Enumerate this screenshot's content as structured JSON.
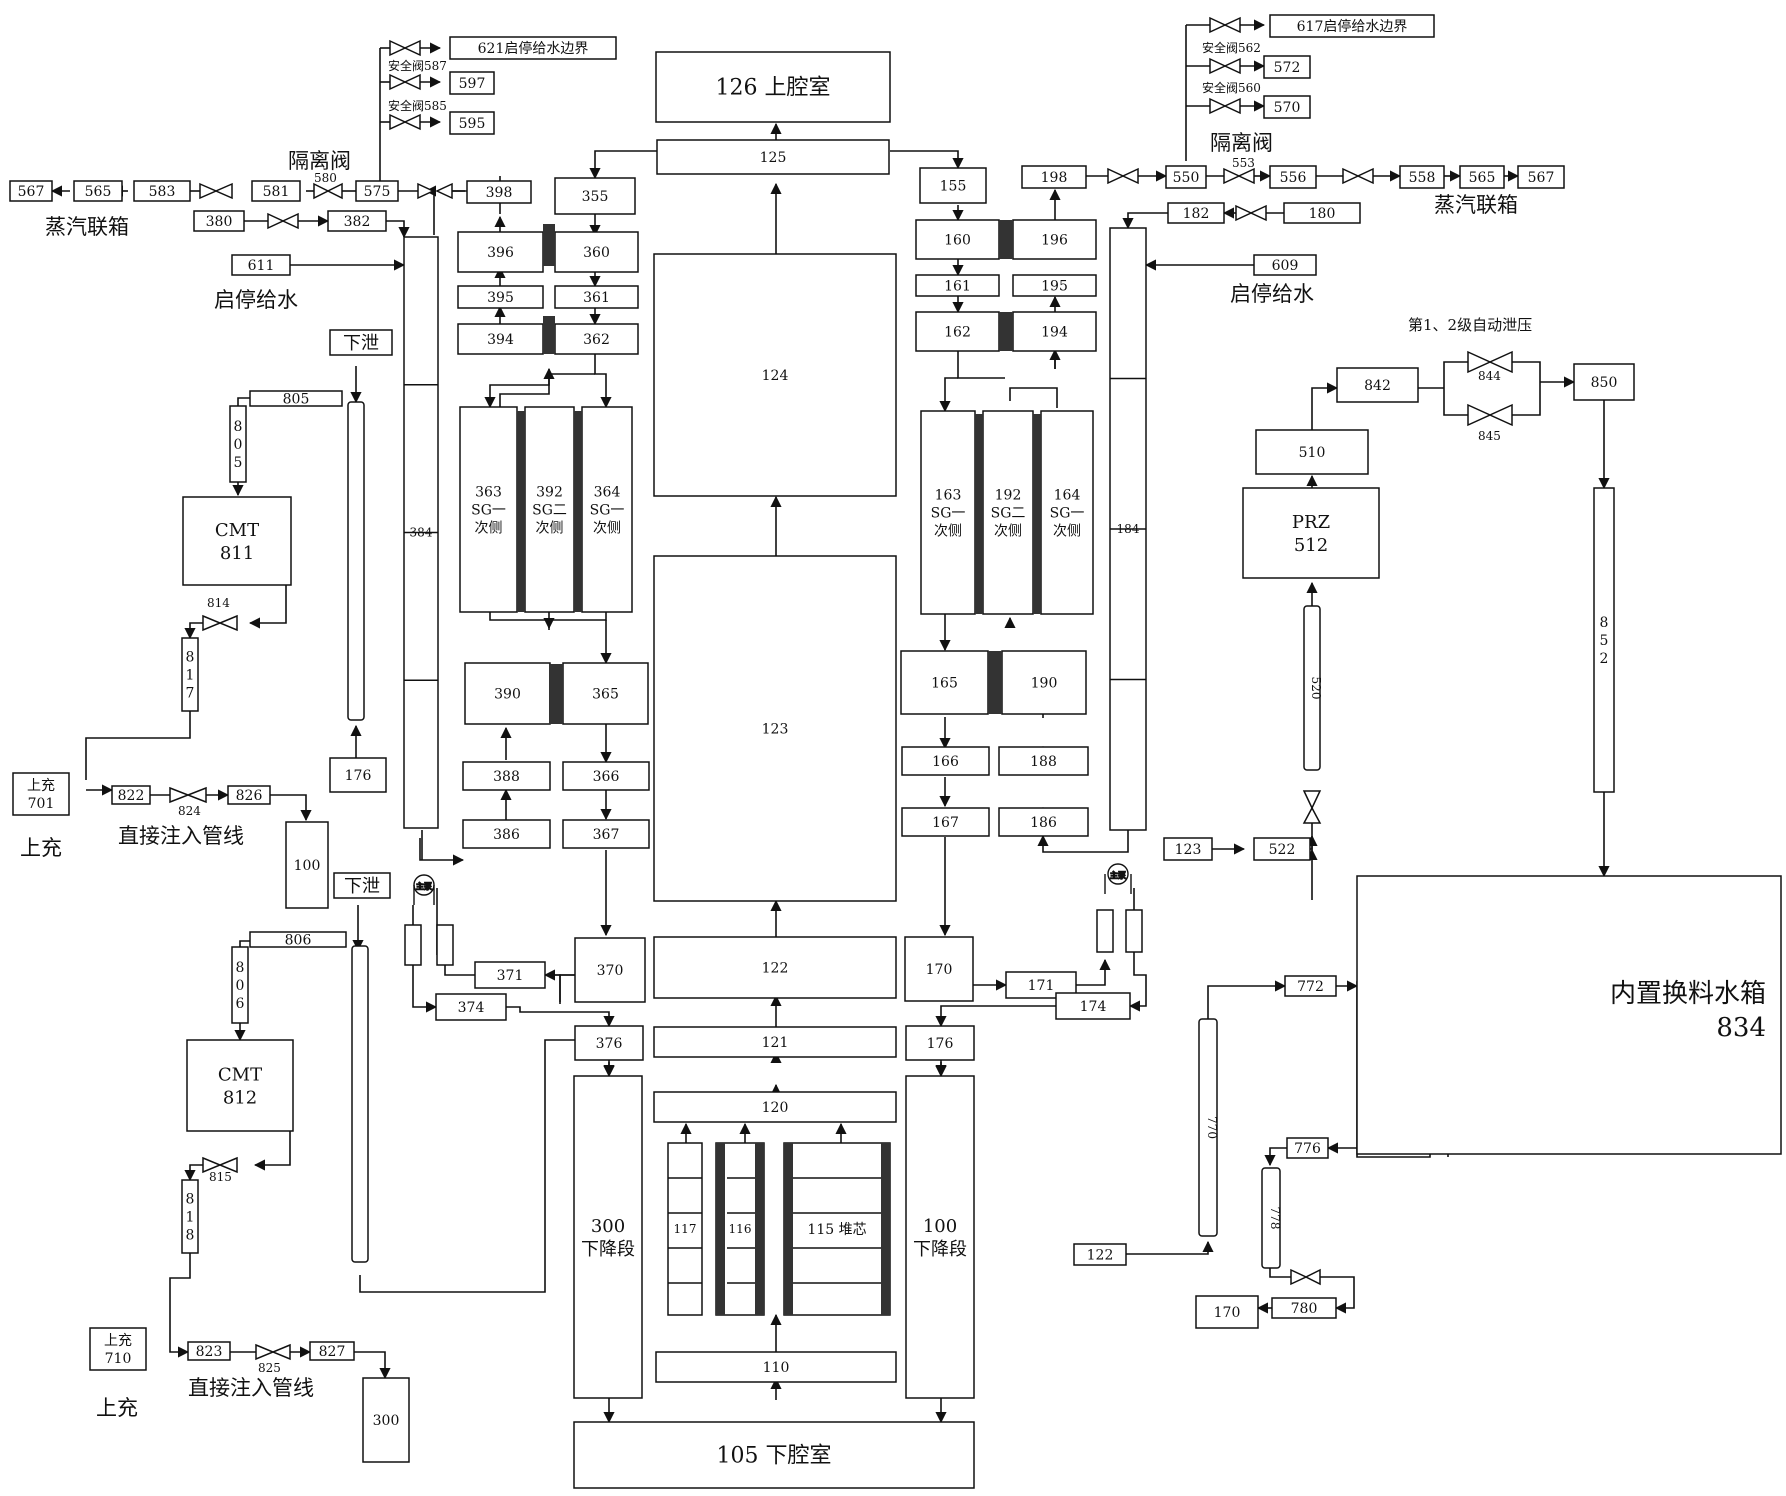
{
  "nodes": {
    "n126": "126 上腔室",
    "n125": "125",
    "n124": "124",
    "n123": "123",
    "n122": "122",
    "n121": "121",
    "n120": "120",
    "n110": "110",
    "n105": "105 下腔室",
    "n117": "117",
    "n116": "116",
    "n115": "115 堆芯",
    "n300": [
      "300",
      "下降段"
    ],
    "n100": [
      "100",
      "下降段"
    ],
    "n376": "376",
    "n176": "176",
    "n370": "370",
    "n170": "170",
    "n371": "371",
    "n374": "374",
    "n171": "171",
    "n174": "174",
    "n367": "367",
    "n366": "366",
    "n365": "365",
    "n390": "390",
    "n388": "388",
    "n386": "386",
    "n363": [
      "363",
      "SG一",
      "次侧"
    ],
    "n392": [
      "392",
      "SG二",
      "次侧"
    ],
    "n364": [
      "364",
      "SG一",
      "次侧"
    ],
    "n394": "394",
    "n362": "362",
    "n395": "395",
    "n361": "361",
    "n396": "396",
    "n360": "360",
    "n355": "355",
    "n398": "398",
    "n384": "384",
    "n155": "155",
    "n160": "160",
    "n196": "196",
    "n161": "161",
    "n195": "195",
    "n162": "162",
    "n194": "194",
    "n163": [
      "163",
      "SG一",
      "次侧"
    ],
    "n192": [
      "192",
      "SG二",
      "次侧"
    ],
    "n164": [
      "164",
      "SG一",
      "次侧"
    ],
    "n165": "165",
    "n190": "190",
    "n166": "166",
    "n188": "188",
    "n167": "167",
    "n186": "186",
    "n184": "184",
    "n198": "198",
    "n550": "550",
    "n556": "556",
    "n558": "558",
    "n565r": "565",
    "n567r": "567",
    "n182": "182",
    "n180": "180",
    "n609": "609",
    "n617": "617启停给水边界",
    "n572": "572",
    "n570": "570",
    "n621": "621启停给水边界",
    "n597": "597",
    "n595": "595",
    "n575": "575",
    "n581": "581",
    "n583": "583",
    "n565l": "565",
    "n567l": "567",
    "n380": "380",
    "n382": "382",
    "n611": "611",
    "n805": "805",
    "n805v": [
      "8",
      "0",
      "5"
    ],
    "n811": [
      "CMT",
      "811"
    ],
    "n817": [
      "8",
      "1",
      "7"
    ],
    "n176b": "176",
    "n701": [
      "上充",
      "701"
    ],
    "n822": "822",
    "n826": "826",
    "n100b": "100",
    "n806": "806",
    "n806v": [
      "8",
      "0",
      "6"
    ],
    "n812": [
      "CMT",
      "812"
    ],
    "n818": [
      "8",
      "1",
      "8"
    ],
    "n710": [
      "上充",
      "710"
    ],
    "n823": "823",
    "n827": "827",
    "n300b": "300",
    "xiexie1": "下泄",
    "xiexie2": "下泄",
    "n510": "510",
    "n512": [
      "PRZ",
      "512"
    ],
    "n520": "520",
    "n522": "522",
    "n123b": "123",
    "n842": "842",
    "n850": "850",
    "n852": [
      "8",
      "5",
      "2"
    ],
    "n834": [
      "内置换料水箱",
      "834"
    ],
    "n772": "772",
    "n776": "776",
    "n770": "770",
    "n778": "778",
    "n122b": "122",
    "n780": "780",
    "n170b": "170"
  },
  "labels": {
    "steam_header_left": "蒸汽联箱",
    "steam_header_right": "蒸汽联箱",
    "isolation_valve_left": "隔离阀",
    "isolation_valve_right": "隔离阀",
    "startup_feed_left": "启停给水",
    "startup_feed_right": "启停给水",
    "direct_injection_1": "直接注入管线",
    "direct_injection_2": "直接注入管线",
    "charging_1": "上充",
    "charging_2": "上充",
    "auto_depress": "第1、2级自动泄压",
    "safety_valve_587": "安全阀587",
    "safety_valve_585": "安全阀585",
    "safety_valve_562": "安全阀562",
    "safety_valve_560": "安全阀560",
    "pump_left": "主泵",
    "pump_right": "主泵",
    "v580": "580",
    "v553": "553",
    "v814": "814",
    "v815": "815",
    "v824": "824",
    "v825": "825",
    "v844": "844",
    "v845": "845"
  }
}
